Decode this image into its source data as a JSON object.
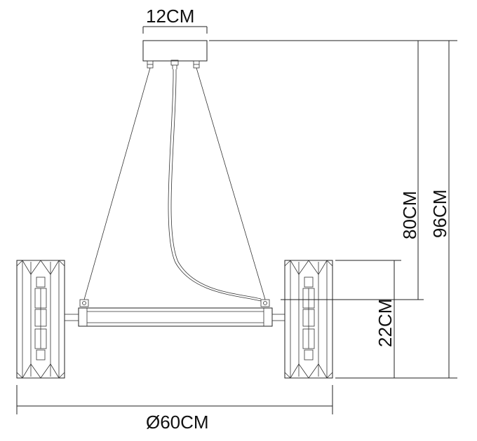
{
  "dimensions": {
    "canopy_width": "12CM",
    "drop_height": "80CM",
    "total_height": "96CM",
    "shade_height": "22CM",
    "diameter": "Ø60CM"
  }
}
